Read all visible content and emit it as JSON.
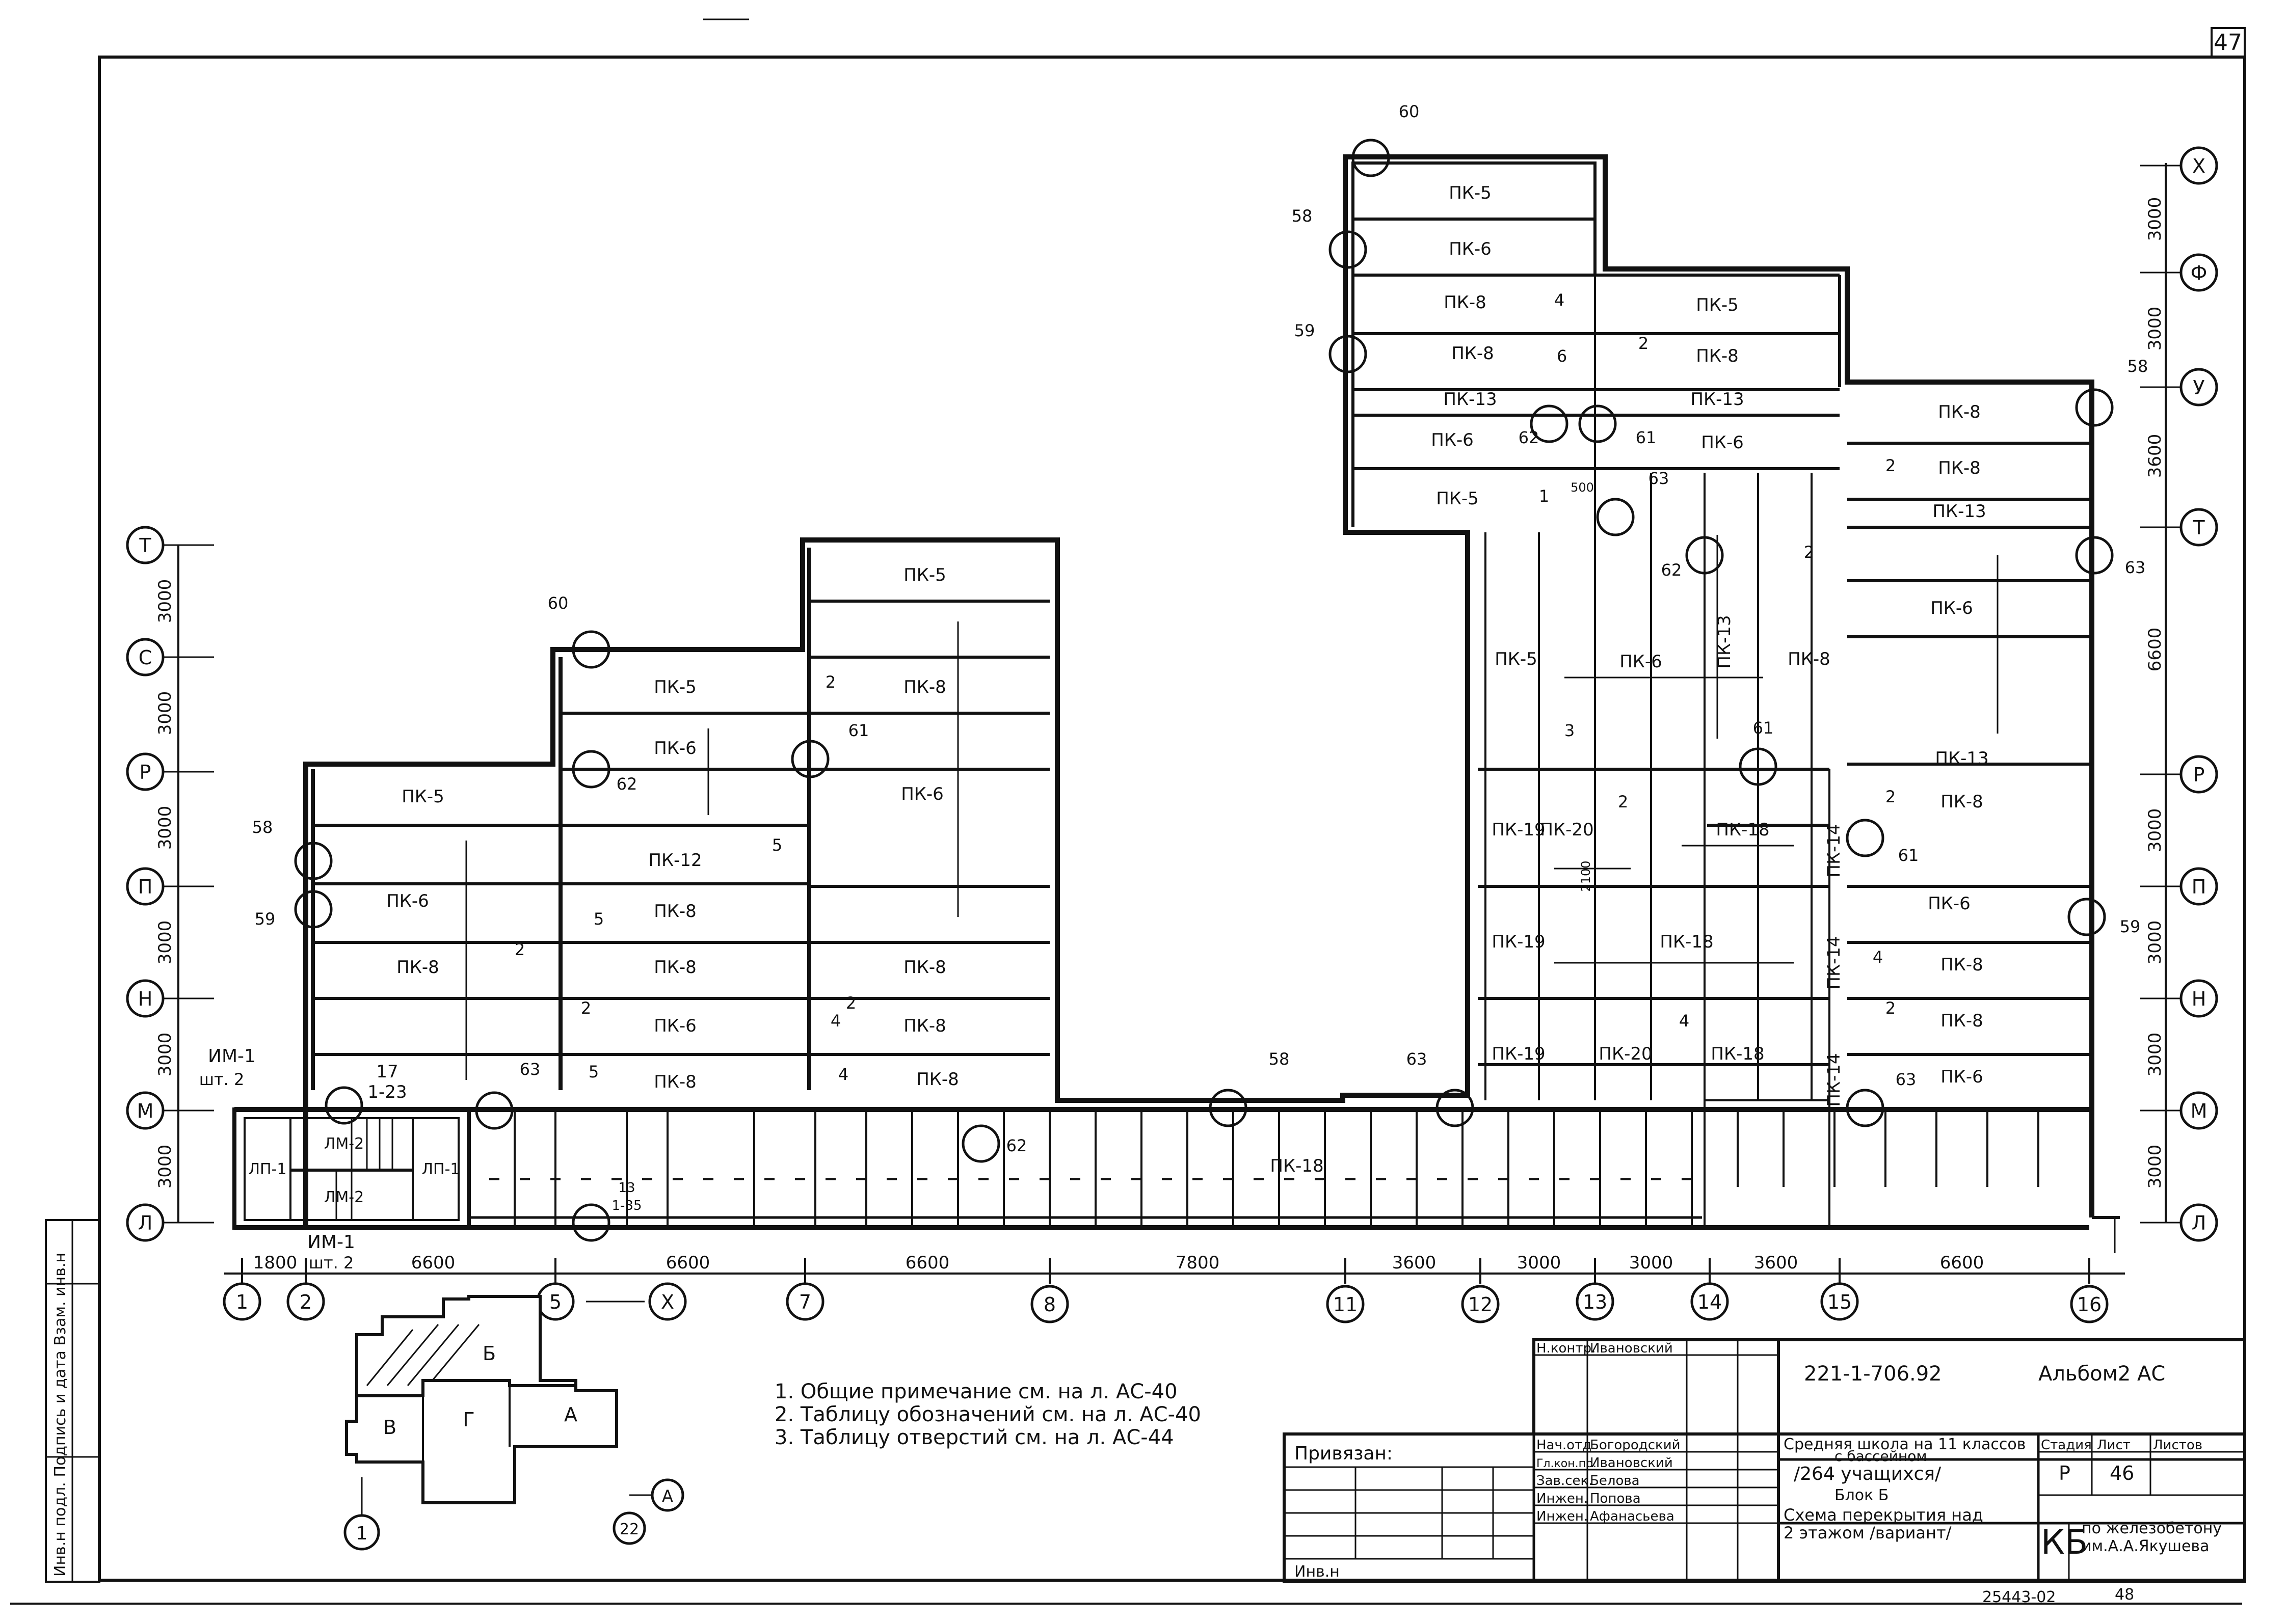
{
  "sheet_number": "47",
  "axes": {
    "columns": [
      "1",
      "2",
      "5",
      "7",
      "8",
      "11",
      "12",
      "13",
      "14",
      "15",
      "16"
    ],
    "column_dims": [
      "1800",
      "6600",
      "6600",
      "6600",
      "7800",
      "3600",
      "3000",
      "3000",
      "3600",
      "6600"
    ],
    "left_rows": [
      "Т",
      "С",
      "Р",
      "П",
      "Н",
      "М",
      "Л"
    ],
    "left_row_dims": [
      "3000",
      "3000",
      "3000",
      "3000",
      "3000",
      "3000"
    ],
    "right_rows": [
      "Х",
      "Ф",
      "У",
      "Т",
      "Р",
      "П",
      "Н",
      "М",
      "Л"
    ],
    "right_row_dims": [
      "3000",
      "3000",
      "3600",
      "6600",
      "3000",
      "3000",
      "3000",
      "3000"
    ],
    "x_mark": "Х"
  },
  "slabs": [
    "ПК-5",
    "ПК-6",
    "ПК-8",
    "ПК-12",
    "ПК-13",
    "ПК-14",
    "ПК-18",
    "ПК-19",
    "ПК-20"
  ],
  "stair": {
    "ap1": "ЛП-1",
    "am2": "ЛМ-2",
    "im1_top": "ИМ-1",
    "sht2": "шт. 2",
    "im1_bottom": "ИМ-1",
    "ref17": "17",
    "ref123": "1-23",
    "ref13": "13",
    "ref135": "1-35"
  },
  "callouts": [
    "58",
    "59",
    "60",
    "61",
    "62",
    "63",
    "1",
    "2",
    "3",
    "4",
    "5",
    "6",
    "500",
    "2100"
  ],
  "key_plan": {
    "b": "Б",
    "v": "В",
    "g": "Г",
    "a": "А",
    "ax1": "1",
    "ax22": "22",
    "axA": "А"
  },
  "notes": [
    "1. Общие примечание см. на л. АС-40",
    "2. Таблицу обозначений см. на л. АС-40",
    "3. Таблицу отверстий см. на л. АС-44"
  ],
  "title_block": {
    "doc_code": "221-1-706.92",
    "album": "Альбом2 АС",
    "privyazan": "Привязан:",
    "inv": "Инв.н",
    "roles": [
      "Н.контр.",
      "Нач.отд.",
      "Гл.кон.пр.",
      "Зав.сек.",
      "Инжен.",
      "Инжен."
    ],
    "names": [
      "Ивановский",
      "Богородский",
      "Ивановский",
      "Белова",
      "Попова",
      "Афанасьева"
    ],
    "project": [
      "Средняя школа на 11 классов",
      "с бассейном",
      "/264 учащихся/"
    ],
    "sheet_title": [
      "Блок Б",
      "Схема перекрытия над",
      "2 этажом /вариант/"
    ],
    "stage_label": "Стадия",
    "sheet_label": "Лист",
    "sheets_label": "Листов",
    "stage": "Р",
    "sheet": "46",
    "org_mark": "КБ",
    "org": [
      "по железобетону",
      "им.А.А.Якушева"
    ],
    "footer_code": "25443-02",
    "footer_page": "48"
  },
  "side_stamp": "Инв.н подл. Подпись и дата Взам. инв.н"
}
